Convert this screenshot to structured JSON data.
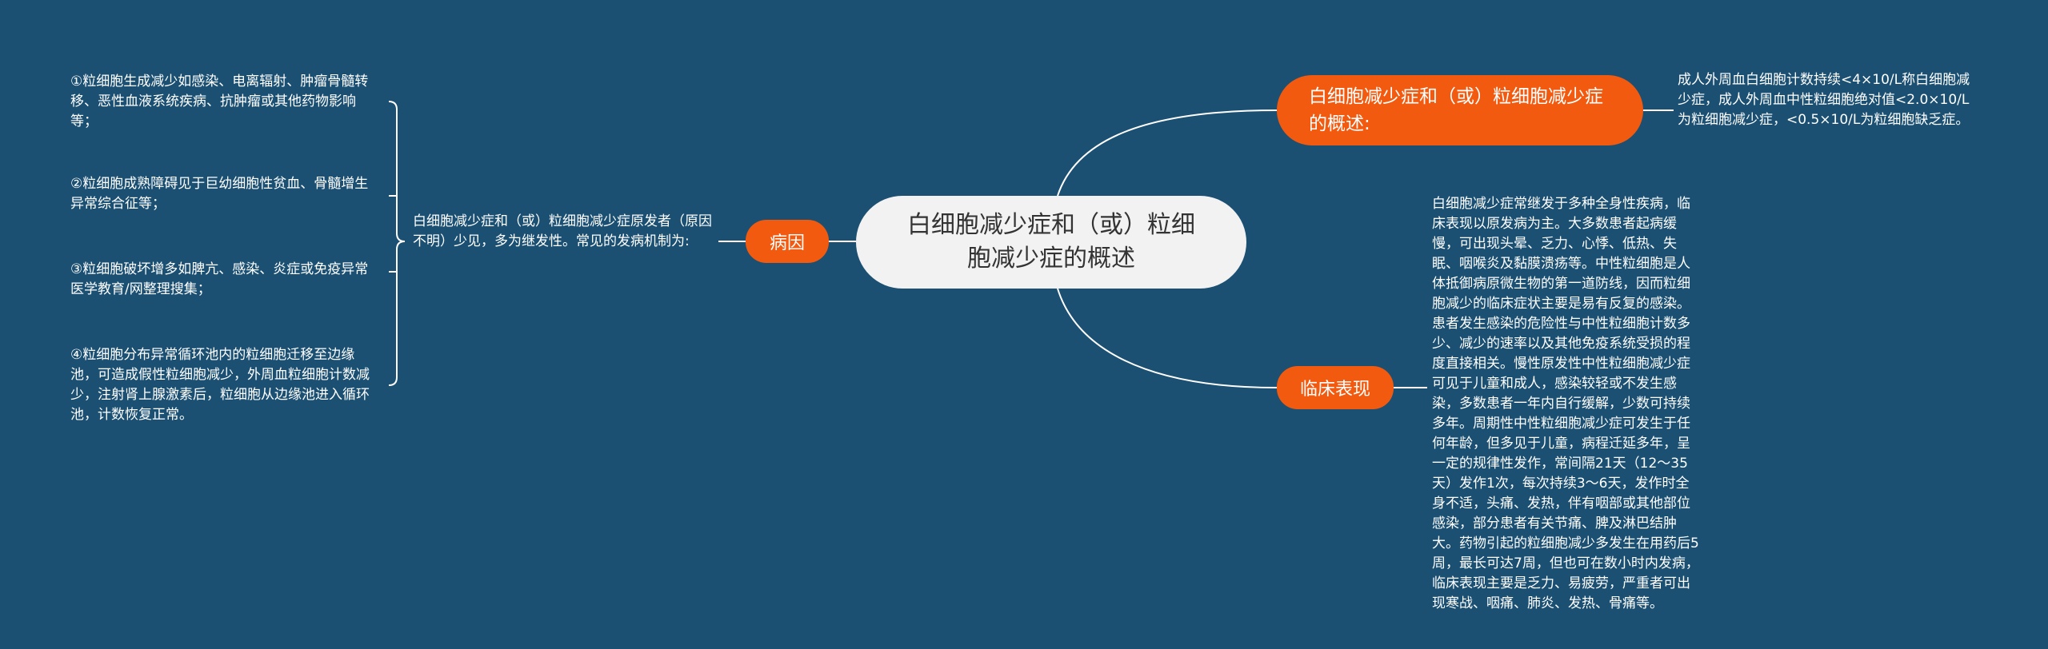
{
  "root": {
    "title": "白细胞减少症和（或）粒细胞减少症的概述"
  },
  "branches": {
    "overview": {
      "label": "白细胞减少症和（或）粒细胞减少症的概述:",
      "description": "成人外周血白细胞计数持续<4×10/L称白细胞减少症，成人外周血中性粒细胞绝对值<2.0×10/L为粒细胞减少症，<0.5×10/L为粒细胞缺乏症。"
    },
    "cause": {
      "label": "病因",
      "description": "白细胞减少症和（或）粒细胞减少症原发者（原因不明）少见，多为继发性。常见的发病机制为:",
      "items": [
        "①粒细胞生成减少如感染、电离辐射、肿瘤骨髓转移、恶性血液系统疾病、抗肿瘤或其他药物影响等；",
        "②粒细胞成熟障碍见于巨幼细胞性贫血、骨髓增生异常综合征等；",
        "③粒细胞破坏增多如脾亢、感染、炎症或免疫异常医学教育/网整理搜集；",
        "④粒细胞分布异常循环池内的粒细胞迁移至边缘池，可造成假性粒细胞减少，外周血粒细胞计数减少，注射肾上腺激素后，粒细胞从边缘池进入循环池，计数恢复正常。"
      ]
    },
    "clinical": {
      "label": "临床表现",
      "description": "白细胞减少症常继发于多种全身性疾病，临床表现以原发病为主。大多数患者起病缓慢，可出现头晕、乏力、心悸、低热、失眠、咽喉炎及黏膜溃疡等。中性粒细胞是人体抵御病原微生物的第一道防线，因而粒细胞减少的临床症状主要是易有反复的感染。患者发生感染的危险性与中性粒细胞计数多少、减少的速率以及其他免疫系统受损的程度直接相关。慢性原发性中性粒细胞减少症可见于儿童和成人，感染较轻或不发生感染，多数患者一年内自行缓解，少数可持续多年。周期性中性粒细胞减少症可发生于任何年龄，但多见于儿童，病程迁延多年，呈一定的规律性发作，常间隔21天（12～35天）发作1次，每次持续3～6天，发作时全身不适，头痛、发热，伴有咽部或其他部位感染，部分患者有关节痛、脾及淋巴结肿大。药物引起的粒细胞减少多发生在用药后5周，最长可达7周，但也可在数小时内发病，临床表现主要是乏力、易疲劳，严重者可出现寒战、咽痛、肺炎、发热、骨痛等。"
    }
  },
  "colors": {
    "background": "#1b5073",
    "root_fill": "#f2f2f2",
    "accent": "#f25a0f",
    "line": "#ffffff"
  }
}
